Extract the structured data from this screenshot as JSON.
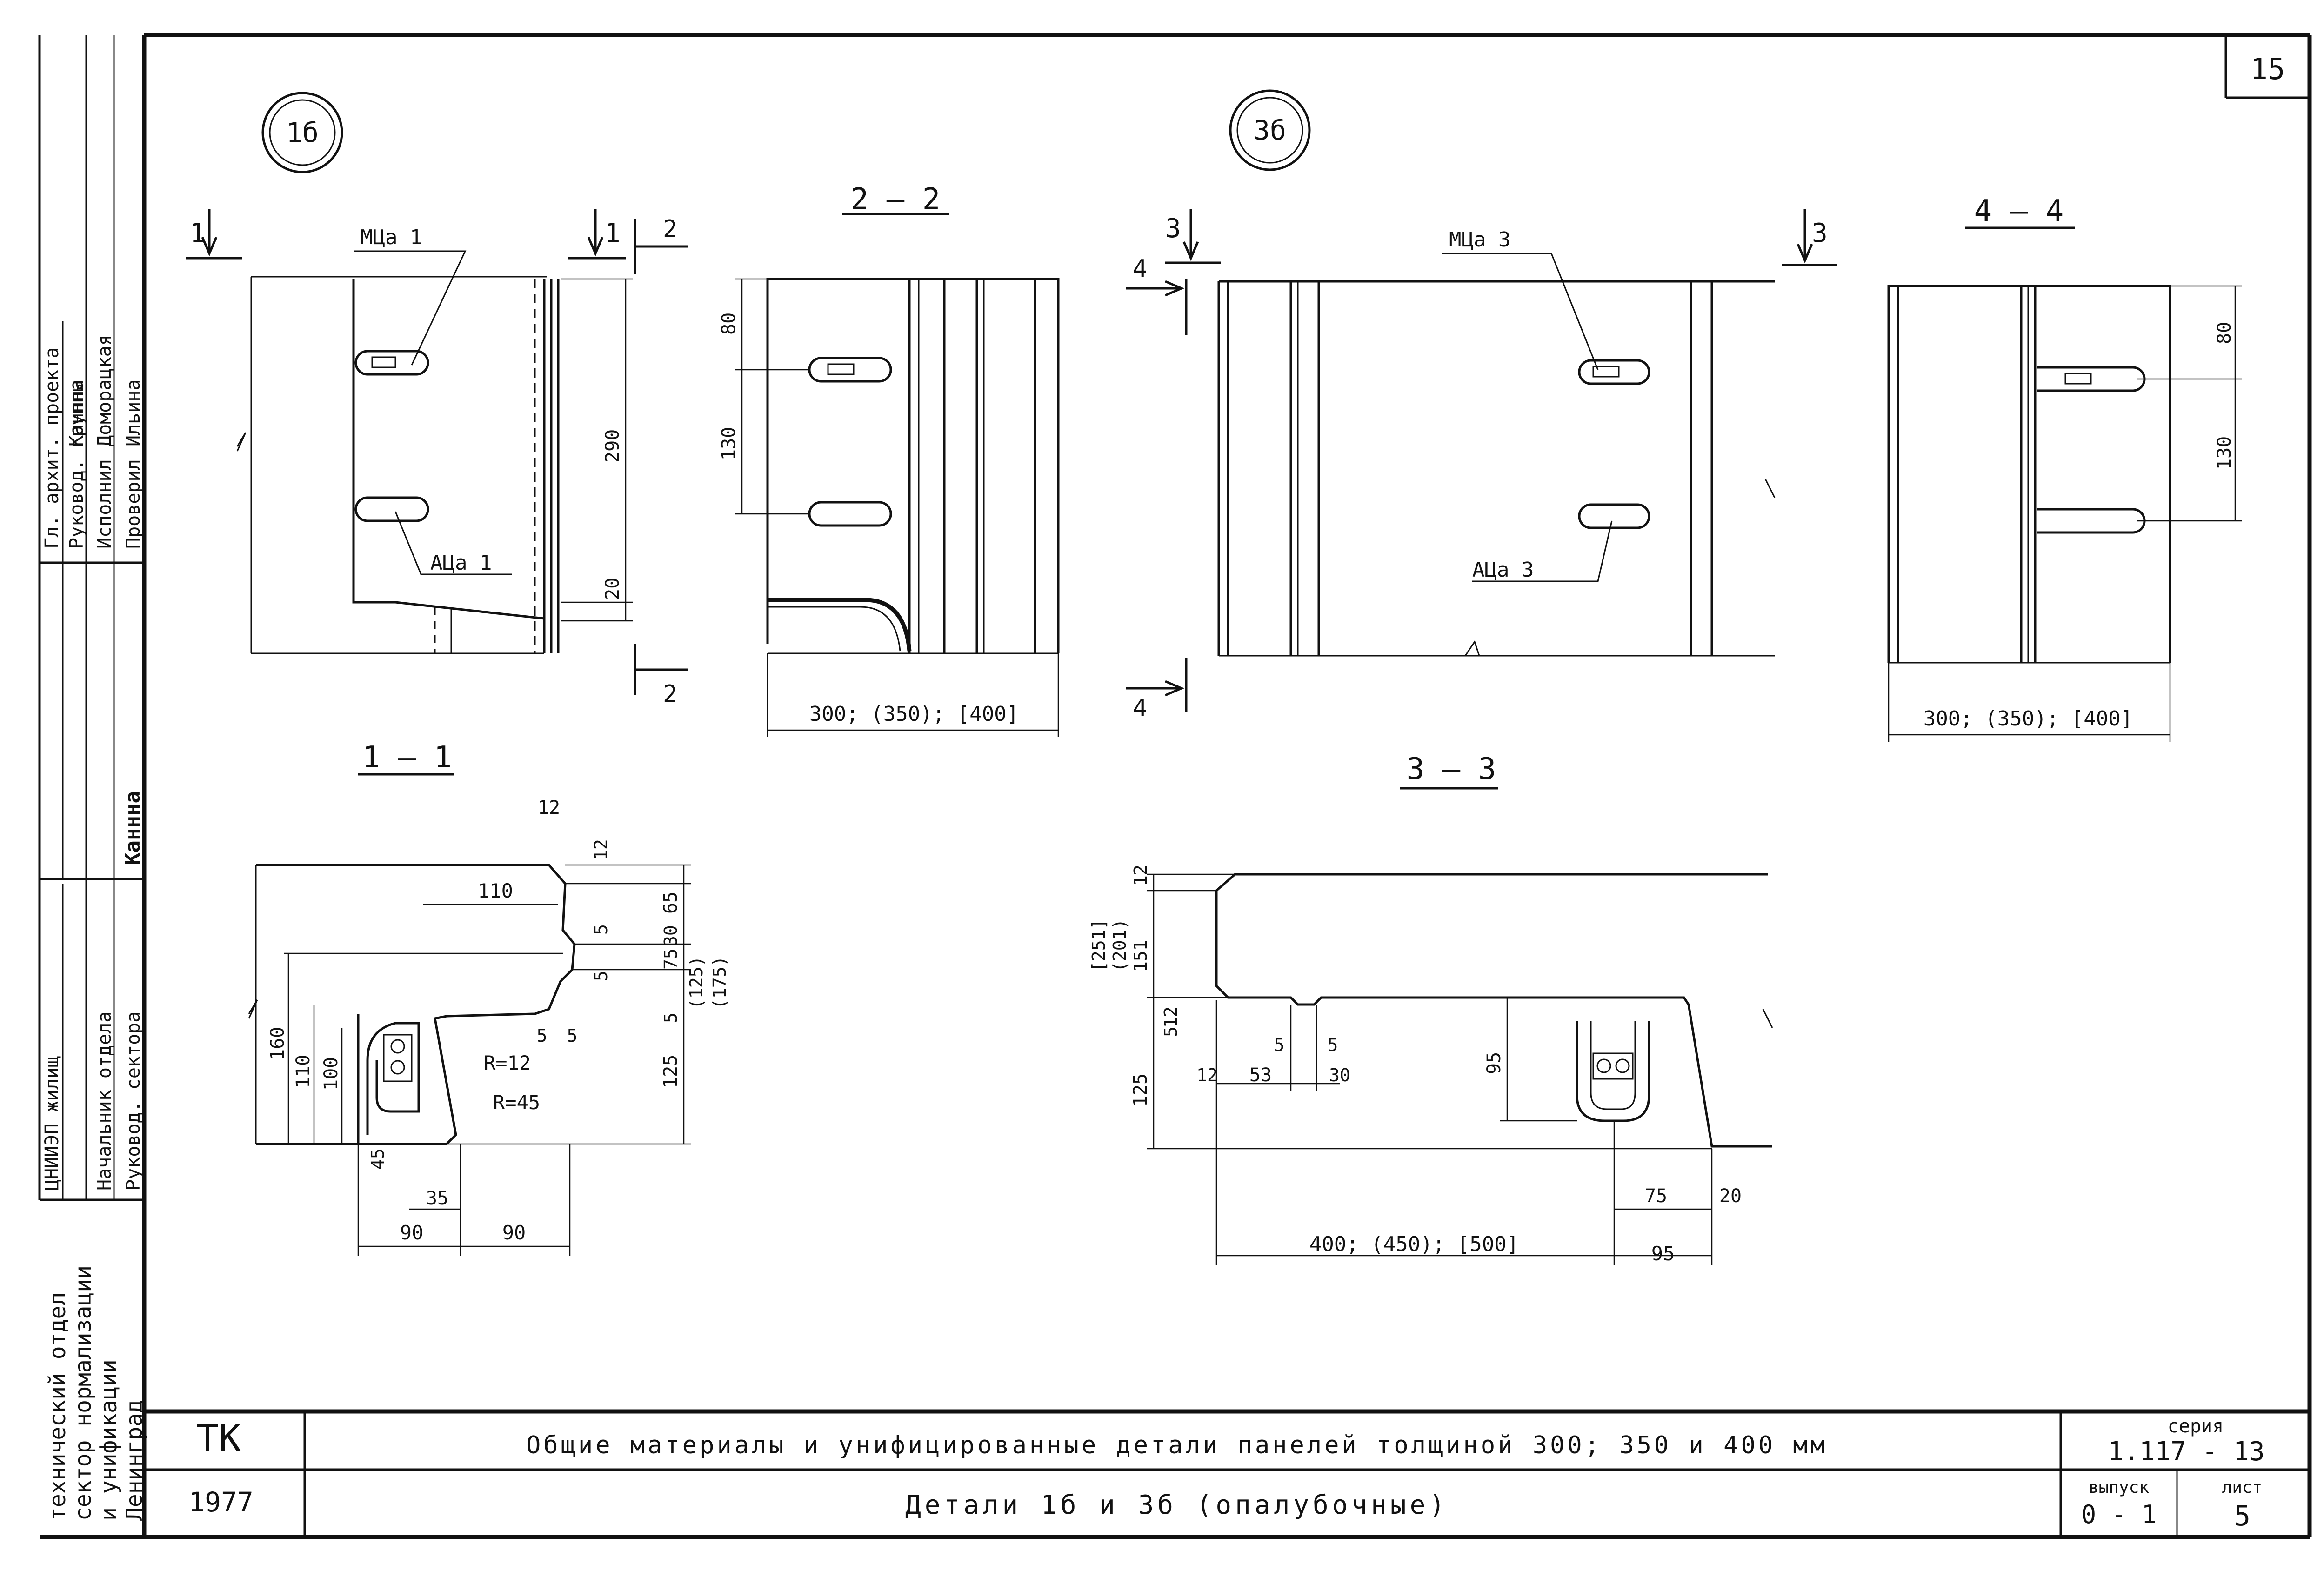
{
  "sheet_number": "15",
  "views": {
    "detail_1b_label": "1б",
    "detail_3b_label": "3б",
    "section_1": "1",
    "section_2": "2",
    "section_3": "3",
    "section_4": "4",
    "title_2_2": "2 — 2",
    "title_4_4": "4 — 4",
    "title_1_1": "1 — 1",
    "title_3_3": "3 — 3"
  },
  "callouts": {
    "mca1": "МЦа 1",
    "aca1": "АЦа 1",
    "mca3": "МЦа 3",
    "aca3": "АЦа 3"
  },
  "dims": {
    "d290": "290",
    "d20": "20",
    "d80": "80",
    "d130": "130",
    "width_2_2": "300; (350); [400]",
    "width_4_4": "300; (350); [400]",
    "d12": "12",
    "d110": "110",
    "d65": "65",
    "d5": "5",
    "d30": "30",
    "d75": "75",
    "d125": "125",
    "d125p": "(125)",
    "d175p": "(175)",
    "d160": "160",
    "d100": "100",
    "r12": "R=12",
    "r45": "R=45",
    "d45": "45",
    "d35": "35",
    "d90": "90",
    "d251": "[251]",
    "d201": "(201)",
    "d151": "151",
    "d53": "53",
    "d95": "95",
    "d20b": "20",
    "width_3_3": "400; (450); [500]"
  },
  "left_stamp": {
    "rows": [
      {
        "role": "Гл. архит. проекта",
        "name": "Каннна"
      },
      {
        "role": "Руковод. группы",
        "name": "Доморацкая"
      },
      {
        "role": "Исполнил",
        "name": "Ильина"
      },
      {
        "role": "Проверил",
        "name": "Каннна"
      },
      {
        "role": "Начальник отдела",
        "name": ""
      },
      {
        "role": "Руковод. сектора",
        "name": ""
      }
    ],
    "org_short": "ЦНИИЭП жилищ",
    "org_lines": [
      "технический отдел",
      "сектор нормализации",
      "и унификации",
      "Ленинград"
    ]
  },
  "title_block": {
    "code": "ТК",
    "year": "1977",
    "line1": "Общие материалы и унифицированные детали панелей толщиной 300; 350 и 400 мм",
    "line2": "Детали 1б и 3б (опалубочные)",
    "series_label": "серия",
    "series_value": "1.117 - 13",
    "issue_label": "выпуск",
    "issue_value": "0 - 1",
    "sheet_label": "лист",
    "sheet_value": "5"
  }
}
